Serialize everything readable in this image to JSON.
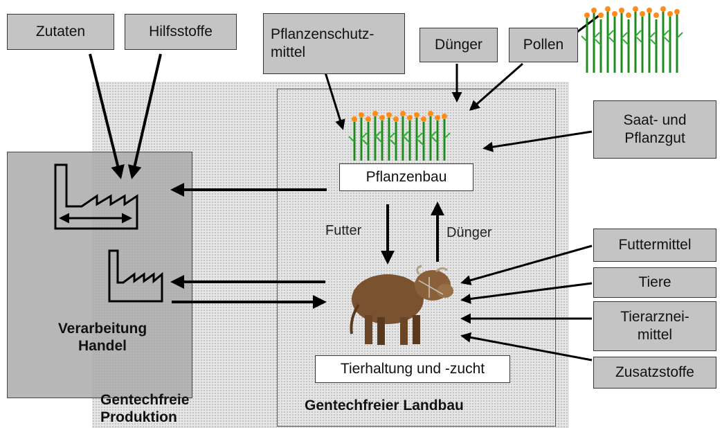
{
  "inputs_top": {
    "zutaten": "Zutaten",
    "hilfsstoffe": "Hilfsstoffe",
    "pflanzenschutzmittel": [
      "Pflanzenschutz-",
      "mittel"
    ],
    "duenger": "Dünger",
    "pollen": "Pollen"
  },
  "inputs_right": {
    "saatgut": [
      "Saat- und",
      "Pflanzgut"
    ],
    "futtermittel": "Futtermittel",
    "tiere": "Tiere",
    "tierarzneimittel": [
      "Tierarznei-",
      "mittel"
    ],
    "zusatzstoffe": "Zusatzstoffe"
  },
  "center": {
    "pflanzenbau": "Pflanzenbau",
    "tierhaltung": "Tierhaltung und -zucht",
    "futter": "Futter",
    "duenger_flow": "Dünger"
  },
  "regions": {
    "verarbeitung": [
      "Verarbeitung",
      "Handel"
    ],
    "gentechfreie_produktion": [
      "Gentechfreie",
      "Produktion"
    ],
    "gentechfreier_landbau": "Gentechfreier Landbau"
  },
  "colors": {
    "gray_box": "#c4c4c4",
    "verarbeitung_region": "#b4b4b4",
    "crop_stem": "#1f8a1f",
    "crop_flower": "#ff8c1a",
    "cow": "#7a5230"
  }
}
